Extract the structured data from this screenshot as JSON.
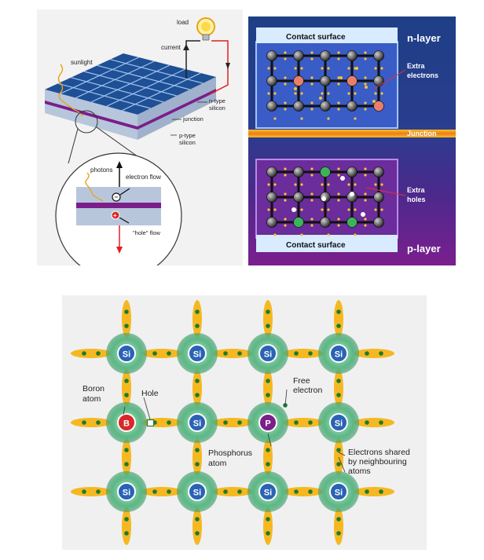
{
  "solar_cell": {
    "load": "load",
    "current": "current",
    "sunlight": "sunlight",
    "n_type": [
      "n-type",
      "silicon"
    ],
    "junction": "junction",
    "p_type": [
      "p-type",
      "silicon"
    ],
    "photons": "photons",
    "electron_flow": "electron flow",
    "hole_flow": "\"hole\" flow"
  },
  "layers": {
    "contact_top": "Contact surface",
    "contact_bottom": "Contact surface",
    "n_layer": "n-layer",
    "p_layer": "p-layer",
    "extra_electrons": [
      "Extra",
      "electrons"
    ],
    "junction": "Junction",
    "extra_holes": [
      "Extra",
      "holes"
    ]
  },
  "lattice": {
    "si": "Si",
    "boron_symbol": "B",
    "phosphorus_symbol": "P",
    "boron_atom": [
      "Boron",
      "atom"
    ],
    "hole": "Hole",
    "free_electron": [
      "Free",
      "electron"
    ],
    "phosphorus_atom": [
      "Phosphorus",
      "atom"
    ],
    "electrons_shared": [
      "Electrons shared",
      "by neighbouring",
      "atoms"
    ]
  },
  "colors": {
    "panel_blue": "#1e3f86",
    "panel_purple": "#6a1b8a",
    "junction_orange": "#f39a1e",
    "n_atom": "#e87f6a",
    "p_atom": "#3db35a",
    "orbital": "#f5b820",
    "atom_glow": "#4fae7a",
    "si_blue": "#2a63b5",
    "boron_red": "#d8282a",
    "phosphorus_purple": "#7b1f8a"
  }
}
